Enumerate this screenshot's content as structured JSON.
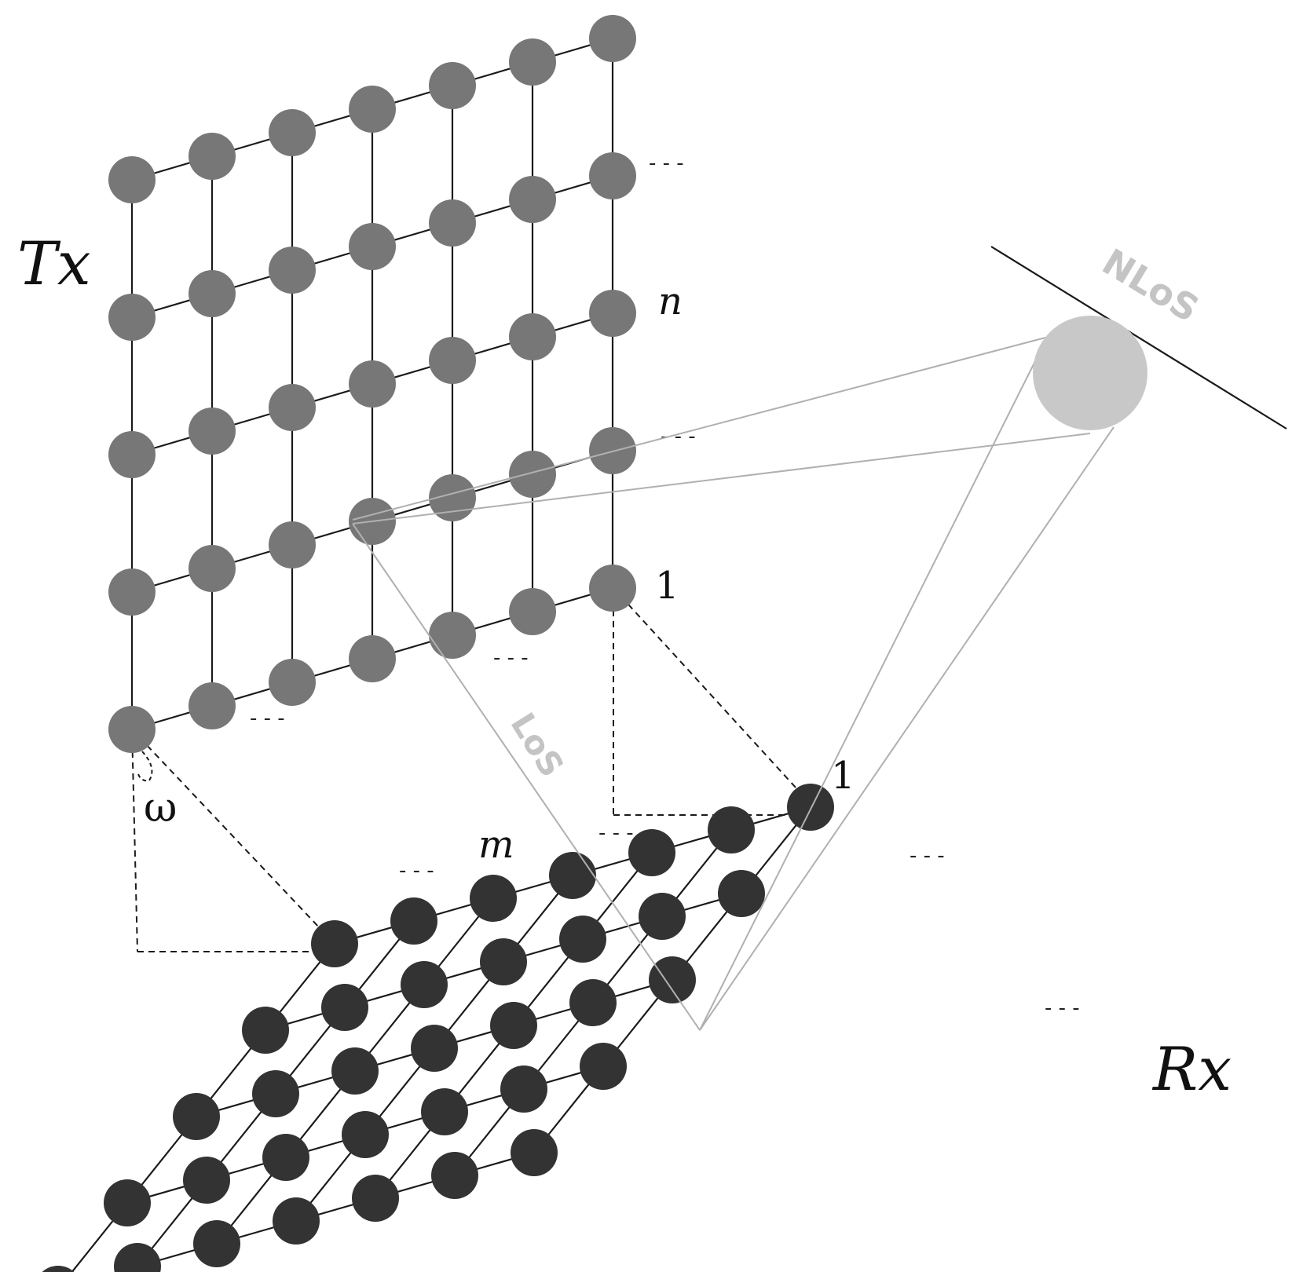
{
  "labels": {
    "tx": "Tx",
    "rx": "Rx",
    "nlos": "NLoS",
    "los": "LoS",
    "n": "n",
    "m": "m",
    "tx_index_1": "1",
    "rx_index_1": "1",
    "omega": "ω"
  },
  "ellipsis": "- - -",
  "colors": {
    "tx_element": "#777777",
    "rx_element": "#333333",
    "scatterer": "#c8c8c8",
    "ray": "#b0b0b0",
    "grid_line": "#1a1a1a",
    "background": "#ffffff"
  },
  "arrays": {
    "tx": {
      "rows": 5,
      "cols": 7
    },
    "rx": {
      "rows": 5,
      "cols": 7
    }
  }
}
